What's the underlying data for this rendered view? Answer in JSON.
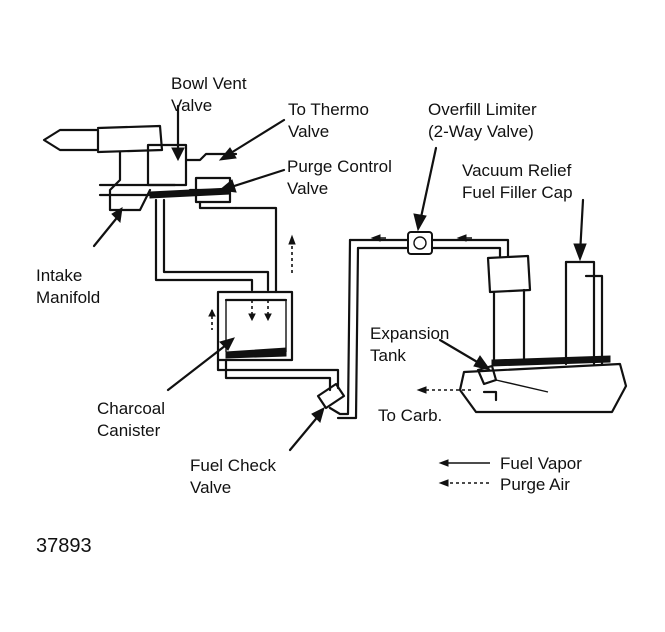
{
  "labels": {
    "bowl_vent_valve": [
      "Bowl Vent",
      "Valve"
    ],
    "to_thermo_valve": [
      "To Thermo",
      "Valve"
    ],
    "overfill_limiter": [
      "Overfill Limiter",
      "(2-Way Valve)"
    ],
    "purge_control_valve": [
      "Purge Control",
      "Valve"
    ],
    "vacuum_relief_cap": [
      "Vacuum Relief",
      "Fuel Filler Cap"
    ],
    "intake_manifold": [
      "Intake",
      "Manifold"
    ],
    "expansion_tank": [
      "Expansion",
      "Tank"
    ],
    "charcoal_canister": [
      "Charcoal",
      "Canister"
    ],
    "to_carb": "To Carb.",
    "fuel_check_valve": [
      "Fuel Check",
      "Valve"
    ]
  },
  "legend": {
    "fuel_vapor": "Fuel Vapor",
    "purge_air": "Purge Air"
  },
  "figure_number": "37893"
}
